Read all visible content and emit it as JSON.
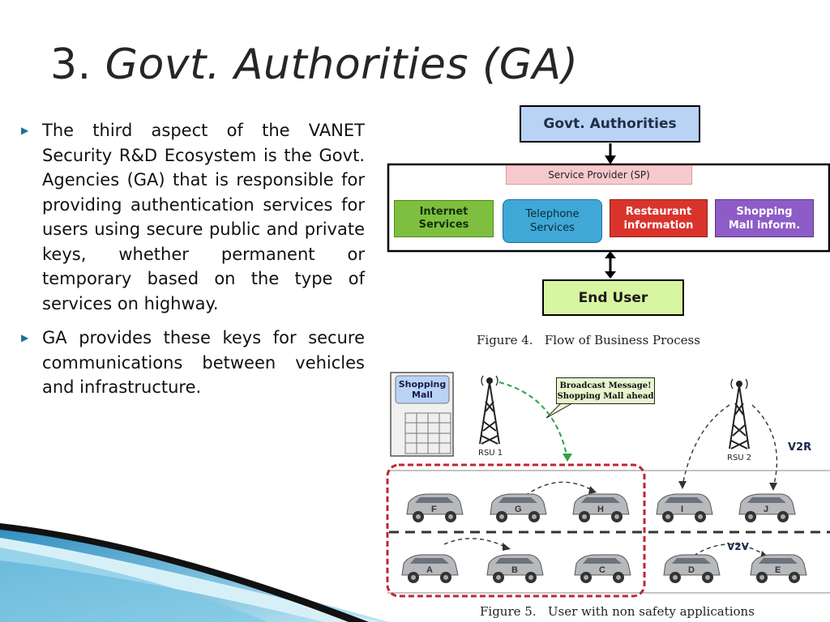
{
  "slide": {
    "title_number": "3.",
    "title_main": "Govt. Authorities (GA)",
    "bullets": [
      "The third aspect of the VANET Security R&D Ecosystem is the Govt. Agencies (GA) that is responsible for providing authentication services for users using secure public and private keys, whether permanent or temporary based on the type of services on highway.",
      "GA provides these keys for secure communications between vehicles and infrastructure."
    ]
  },
  "figure4": {
    "govt_box": "Govt. Authorities",
    "service_provider": "Service Provider (SP)",
    "services": {
      "internet": [
        "Internet",
        "Services"
      ],
      "telephone": [
        "Telephone",
        "Services"
      ],
      "restaurant": [
        "Restaurant",
        "information"
      ],
      "shopping": [
        "Shopping",
        "Mall inform."
      ]
    },
    "end_user": "End User",
    "caption": "Figure 4.   Flow of Business Process",
    "colors": {
      "govt": "#b9d3f5",
      "service_provider": "#f6c9cf",
      "internet": "#7fbf3f",
      "telephone": "#3fa8d6",
      "restaurant": "#d9342b",
      "shopping": "#8e5cc7",
      "end_user": "#d8f5a2"
    }
  },
  "figure5": {
    "mall": [
      "Shopping",
      "Mall"
    ],
    "broadcast": [
      "Broadcast Message!",
      "Shopping  Mall ahead"
    ],
    "rsu1": "RSU 1",
    "rsu2": "RSU 2",
    "v2r": "V2R",
    "v2v": "V2V",
    "top_cars": [
      "F",
      "G",
      "H",
      "I",
      "J"
    ],
    "bottom_cars": [
      "A",
      "B",
      "C",
      "D",
      "E"
    ],
    "caption": "Figure 5.   User with non safety applications"
  }
}
